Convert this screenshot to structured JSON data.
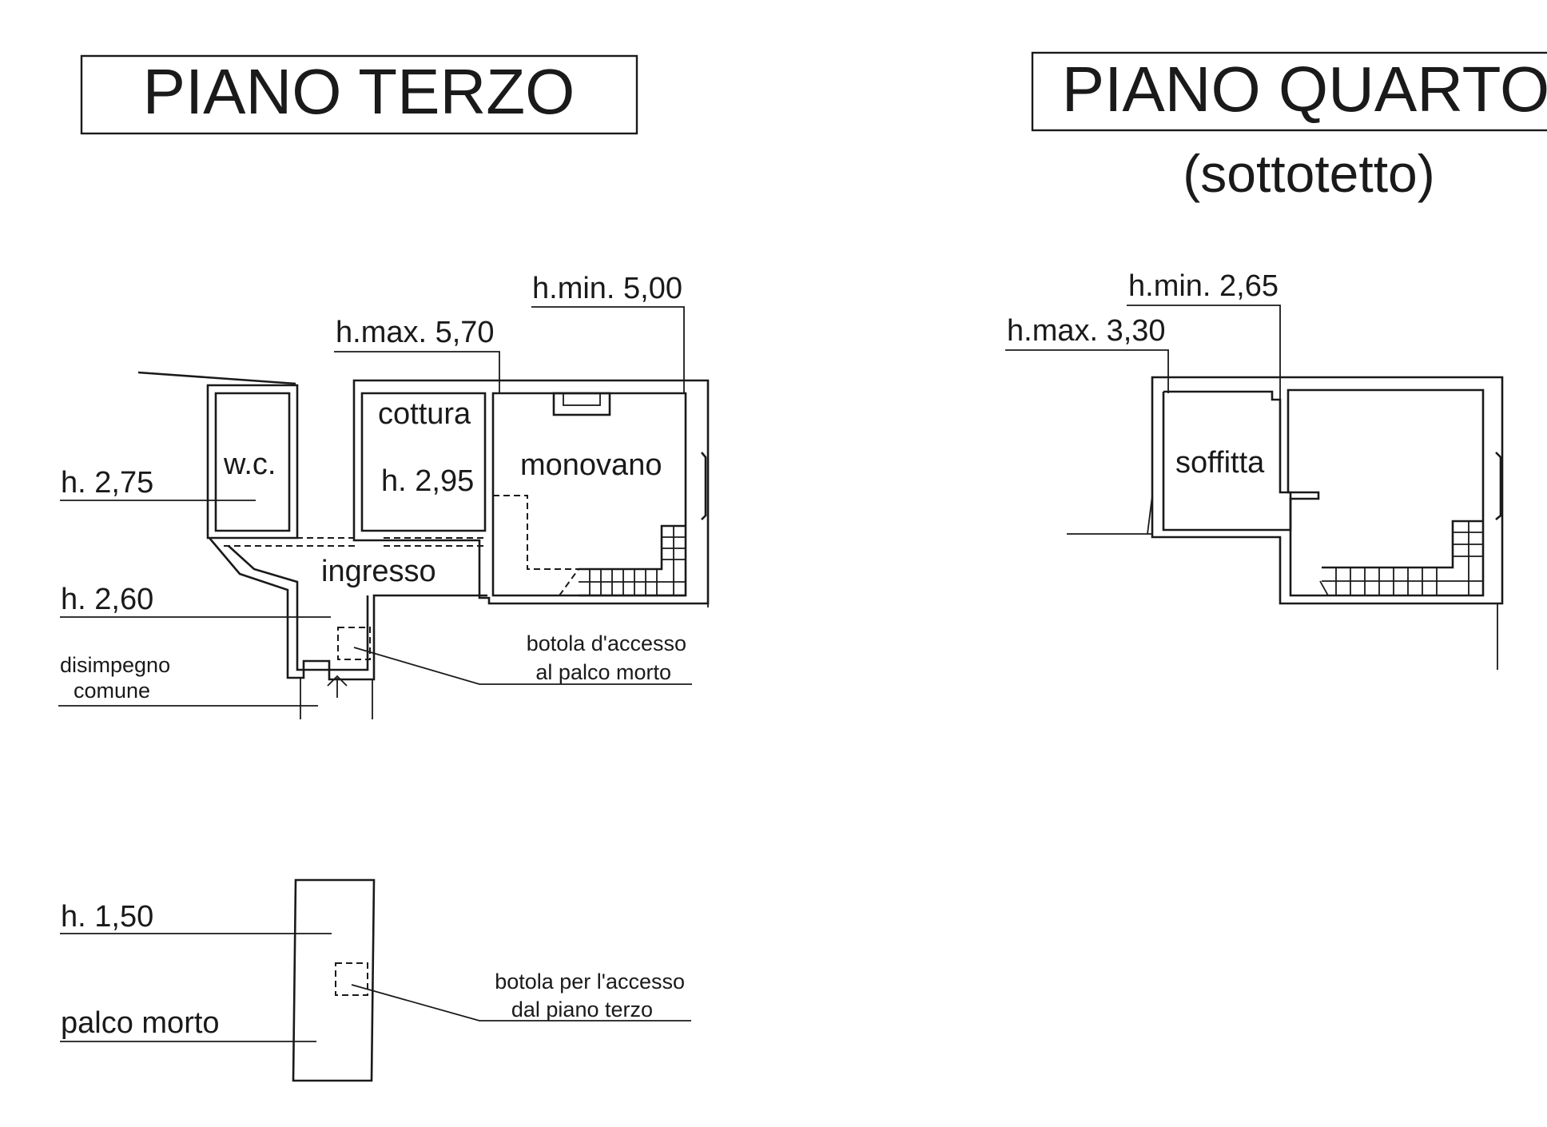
{
  "piano_terzo": {
    "title": "PIANO TERZO",
    "labels": {
      "h_min": "h.min. 5,00",
      "h_max": "h.max. 5,70",
      "h_wc": "h. 2,75",
      "h_ingresso": "h. 2,60",
      "h_cottura": "h. 2,95",
      "disimpegno_line1": "disimpegno",
      "disimpegno_line2": "comune",
      "botola_line1": "botola d'accesso",
      "botola_line2": "al palco morto"
    },
    "rooms": {
      "wc": "w.c.",
      "cottura": "cottura",
      "monovano": "monovano",
      "ingresso": "ingresso"
    }
  },
  "palco_morto": {
    "labels": {
      "h": "h. 1,50",
      "name": "palco morto",
      "botola_line1": "botola per l'accesso",
      "botola_line2": "dal piano terzo"
    }
  },
  "piano_quarto": {
    "title": "PIANO QUARTO",
    "subtitle": "(sottotetto)",
    "labels": {
      "h_min": "h.min. 2,65",
      "h_max": "h.max. 3,30"
    },
    "rooms": {
      "soffitta": "soffitta"
    }
  }
}
